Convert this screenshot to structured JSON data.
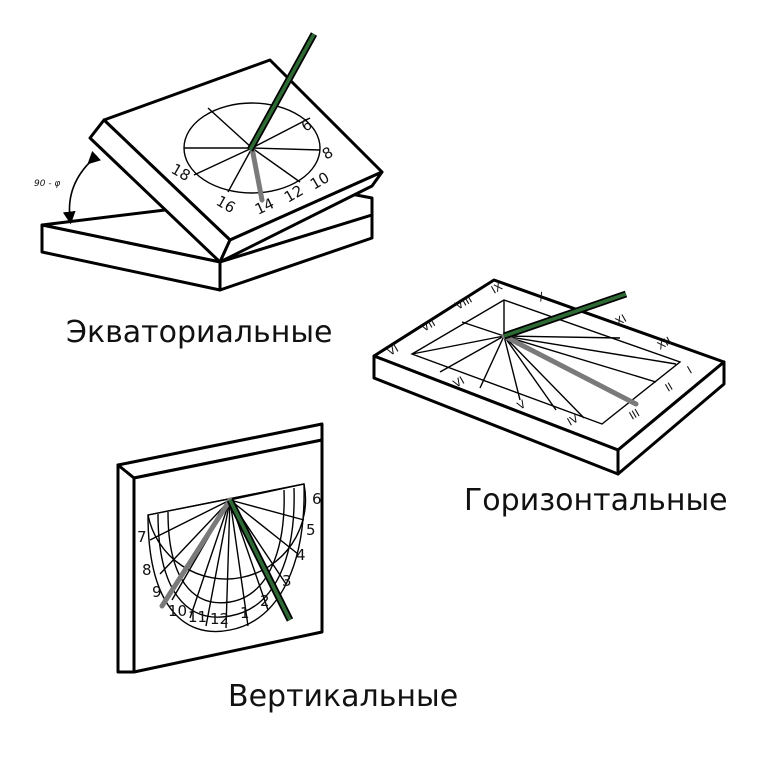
{
  "captions": {
    "equatorial": "Экваториальные",
    "horizontal": "Горизонтальные",
    "vertical": "Вертикальные"
  },
  "equatorial_dial": {
    "angle_label": "90 - φ",
    "hour_labels": [
      "6",
      "8",
      "10",
      "12",
      "14",
      "16",
      "18"
    ]
  },
  "horizontal_dial": {
    "hour_labels": [
      "VI",
      "VII",
      "VIII",
      "IX",
      "X",
      "XI",
      "XII",
      "I",
      "II",
      "III",
      "IV",
      "V",
      "VI"
    ]
  },
  "vertical_dial": {
    "hour_labels": [
      "7",
      "8",
      "9",
      "10",
      "11",
      "12",
      "1",
      "2",
      "3",
      "4",
      "5",
      "6"
    ]
  },
  "colors": {
    "gnomon": "#2e6b34",
    "shadow": "#7a7a7a",
    "outline": "#000000"
  }
}
